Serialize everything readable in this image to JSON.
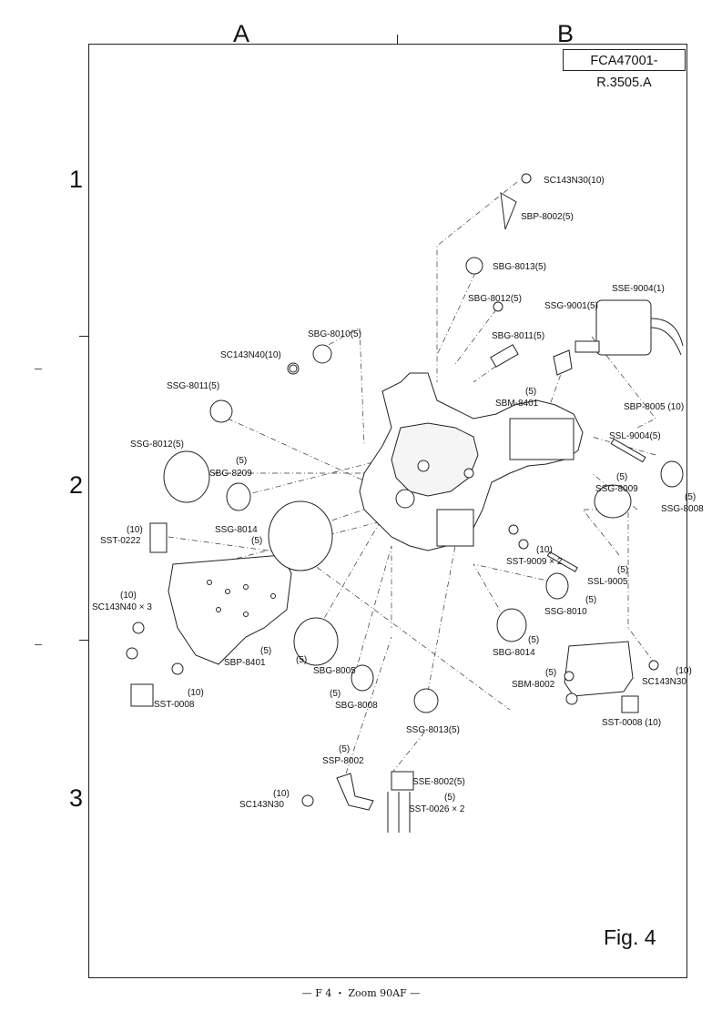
{
  "grid": {
    "columns": [
      "A",
      "B"
    ],
    "rows": [
      "1",
      "2",
      "3"
    ]
  },
  "doc_number": "FCA47001-R.3505.A",
  "figure_label": "Fig. 4",
  "footer": "— F 4 ・ Zoom 90AF —",
  "parts": {
    "sc143n30_top": "SC143N30(10)",
    "sbp8002": "SBP-8002(5)",
    "sbg8013": "SBG-8013(5)",
    "sbg8012": "SBG-8012(5)",
    "sse9004": "SSE-9004(1)",
    "ssg9001": "SSG-9001(5)",
    "sbg8010": "SBG-8010(5)",
    "sc143n40": "SC143N40(10)",
    "sbg8011": "SBG-8011(5)",
    "ssg8011": "SSG-8011(5)",
    "sbm8401_qty": "(5)",
    "sbm8401": "SBM-8401",
    "sbp8005": "SBP-8005 (10)",
    "ssl9004": "SSL-9004(5)",
    "ssg8012": "SSG-8012(5)",
    "sbg8209_qty": "(5)",
    "sbg8209": "SBG-8209",
    "ssg8009_qty": "(5)",
    "ssg8009": "SSG-8009",
    "ssg8008_qty": "(5)",
    "ssg8008": "SSG-8008",
    "sst0222_qty": "(10)",
    "sst0222": "SST-0222",
    "ssg8014": "SSG-8014",
    "ssg8014_qty": "(5)",
    "sst9009_qty": "(10)",
    "sst9009": "SST-9009 × 2",
    "ssl9005_qty": "(5)",
    "ssl9005": "SSL-9005",
    "sc143n40x3_qty": "(10)",
    "sc143n40x3": "SC143N40 × 3",
    "ssg8010_qty": "(5)",
    "ssg8010": "SSG-8010",
    "sbp8401_qty": "(5)",
    "sbp8401": "SBP-8401",
    "sbg8014_qty": "(5)",
    "sbg8014": "SBG-8014",
    "sbg8005_qty": "(5)",
    "sbg8005": "SBG-8005",
    "sbm8002_qty": "(5)",
    "sbm8002": "SBM-8002",
    "sc143n30_right_qty": "(10)",
    "sc143n30_right": "SC143N30",
    "sst0008_left_qty": "(10)",
    "sst0008_left": "SST-0008",
    "sbg8008_qty": "(5)",
    "sbg8008": "SBG-8008",
    "sst0008_right": "SST-0008 (10)",
    "ssg8013": "SSG-8013(5)",
    "ssp8002_qty": "(5)",
    "ssp8002": "SSP-8002",
    "sse8002": "SSE-8002(5)",
    "sc143n30_bottom_qty": "(10)",
    "sc143n30_bottom": "SC143N30",
    "sst0026_qty": "(5)",
    "sst0026": "SST-0026 × 2"
  }
}
